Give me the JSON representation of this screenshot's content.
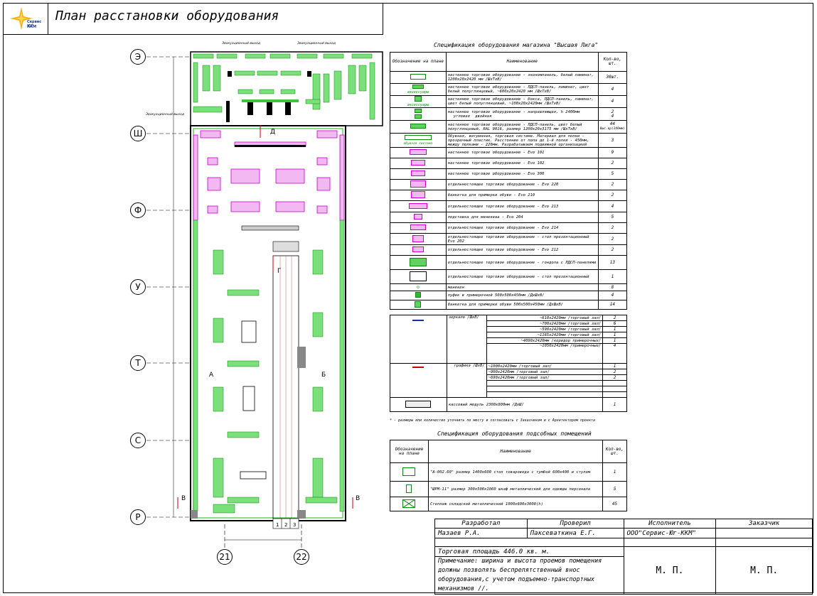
{
  "logo": {
    "line1": "Сервис ЮГ",
    "line2": "ККМ"
  },
  "title": "План расстановки оборудования",
  "plan": {
    "row_axes": [
      "Э",
      "Ш",
      "Ф",
      "У",
      "Т",
      "С",
      "Р"
    ],
    "col_axes": [
      "21",
      "22"
    ],
    "exit_labels": [
      "Эвакуационный выход",
      "Эвакуационный выход",
      "Эвакуационный выход"
    ],
    "marks": {
      "d": "Д",
      "g": "Г",
      "a": "А",
      "b": "Б",
      "v1": "В",
      "v2": "В"
    },
    "exit_cells": [
      "1",
      "2",
      "3"
    ]
  },
  "spec1": {
    "title": "Спецификация оборудования магазина \"Высшая Лига\"",
    "headers": [
      "Обозначение на плане",
      "Наименование",
      "Кол-во, шт."
    ],
    "rows": [
      {
        "name": "настенное торговое оборудование - экономпанель, белый ламинат, 1200х20х2420 мм /ШхТхВ/",
        "qty": "30шт."
      },
      {
        "name": "настенное торговое оборудование - ЛДСП-панель, ламинат, цвет белый полуглянцевый, ~600х20х2420 мм /ШхТхВ/",
        "qty": "4",
        "sym_label": "аксессуары"
      },
      {
        "name": "настенное торговое оборудование - бокса, ЛДСП-панель, ламинат, цвет белый полуглянцевый, ~100х20х2420мм /ШхТхВ/",
        "qty": "4",
        "sym_label": "аксессуары"
      },
      {
        "name": "настенное торговое оборудование - направляющая, h 2400мм",
        "name2": "угловая",
        "name3": "двойная",
        "qty": "2",
        "qty2": "4"
      },
      {
        "name": "настенное торговое оборудование - ЛДСП-панель, цвет белый полуглянцевый, RAL 9016, размер 1200х20х3175 мм /ШхТхВ/",
        "qty": "44",
        "qty2": "Выс.вр(340мм)"
      },
      {
        "name": "Обувная, витринная, торговая система. Материал для полки - прозрачный пластик. Расстояние от пола до 1-й полки - 450мм, между полками - 220мм. Разрабатываем подвижной организацией",
        "qty": "3",
        "sym_label": "обувная система"
      },
      {
        "name": "настенное торговое оборудование - Evo 101",
        "qty": "9"
      },
      {
        "name": "настенное торговое оборудование - Evo 102",
        "qty": "2"
      },
      {
        "name": "настенное торговое оборудование - Evo 300",
        "qty": "5"
      },
      {
        "name": "отдельностоящее торговое оборудование - Evo 220",
        "qty": "2"
      },
      {
        "name": "банкетка для примерки обуви - Evo 210",
        "qty": "2"
      },
      {
        "name": "отдельностоящее торговое оборудование - Evo 213",
        "qty": "4"
      },
      {
        "name": "подставка для манекена - Evo 204",
        "qty": "5"
      },
      {
        "name": "отдельностоящее торговое оборудование - Evo 214",
        "qty": "2"
      },
      {
        "name": "отдельностоящее торговое оборудование - стол презентационный Evo 202",
        "qty": "2"
      },
      {
        "name": "отдельностоящее торговое оборудование - Evo 212",
        "qty": "2"
      },
      {
        "name": "отдельностоящее торговое оборудование - гондола с ЛДСП-панелями",
        "qty": "13"
      },
      {
        "name": "отдельностоящее торговое оборудование - стол презентационный",
        "qty": "1"
      },
      {
        "name": "манекен",
        "qty": "8"
      },
      {
        "name": "пуфик в примерочной 500х500х450мм /ДхШхВ/",
        "qty": "4"
      },
      {
        "name": "банкетка для примерки обуви 500х500х450мм /ДхШхВ/",
        "qty": "14"
      }
    ],
    "mirror": {
      "label": "зеркало /ШхВ/",
      "sizes": [
        {
          "name": "~610х2420мм /торговый зал/",
          "qty": "2"
        },
        {
          "name": "~700х2420мм /торговый зал/",
          "qty": "6"
        },
        {
          "name": "~590х2420мм /торговый зал/",
          "qty": "1"
        },
        {
          "name": "~1165х2420мм /торговый зал/",
          "qty": "1"
        },
        {
          "name": "~4090х2420мм /коридор примерочных/",
          "qty": "1"
        },
        {
          "name": "~1050х2420мм /примерочные/",
          "qty": "4"
        }
      ]
    },
    "graphics": {
      "label": "графика /ШхВ/",
      "sizes": [
        {
          "name": "~1000х2420мм /торговый зал/",
          "qty": "1"
        },
        {
          "name": "~900х2420мм /торговый зал/",
          "qty": "2"
        },
        {
          "name": "~690х2420мм /торговый зал/",
          "qty": "2"
        }
      ]
    },
    "cash": {
      "name": "кассовый модуль 2300х800мм /ДхШ/",
      "qty": "1"
    },
    "footnote": "* - размеры или количество уточнить по месту и согласовать с Заказчиком и с Архитектором проекта"
  },
  "spec2": {
    "title": "Спецификация оборудования подсобных помещений",
    "headers": [
      "Обозначение на плане",
      "Наименование",
      "Кол-во, шт."
    ],
    "rows": [
      {
        "name": "\"А-002.60\" размер 1400х600 стол товароведа с тумбой 600х400 и стулом",
        "qty": "1"
      },
      {
        "name": "\"ШРМ-11\" размер 300х500х1860 шкаф металлический для одежды персонала",
        "qty": "5"
      },
      {
        "name": "Стеллаж складской металлический 1000х600х3000(h)",
        "qty": "45"
      }
    ]
  },
  "stamp": {
    "h_developer": "Разработал",
    "h_checker": "Проверил",
    "h_executor": "Исполнитель",
    "h_customer": "Заказчик",
    "developer": "Мазаев Р.А.",
    "checker": "Паксеваткина Е.Г.",
    "executor": "ООО\"Сервис-Юг-ККМ\"",
    "area": "Торговая площадь 446.0  кв. м.",
    "note": "Примечание: ширина и высота проемов помещения должны позволять беспрепятственный внос оборудования,с учетом подъемно-транспортных механизмов //.",
    "mp1": "М. П.",
    "mp2": "М. П."
  }
}
